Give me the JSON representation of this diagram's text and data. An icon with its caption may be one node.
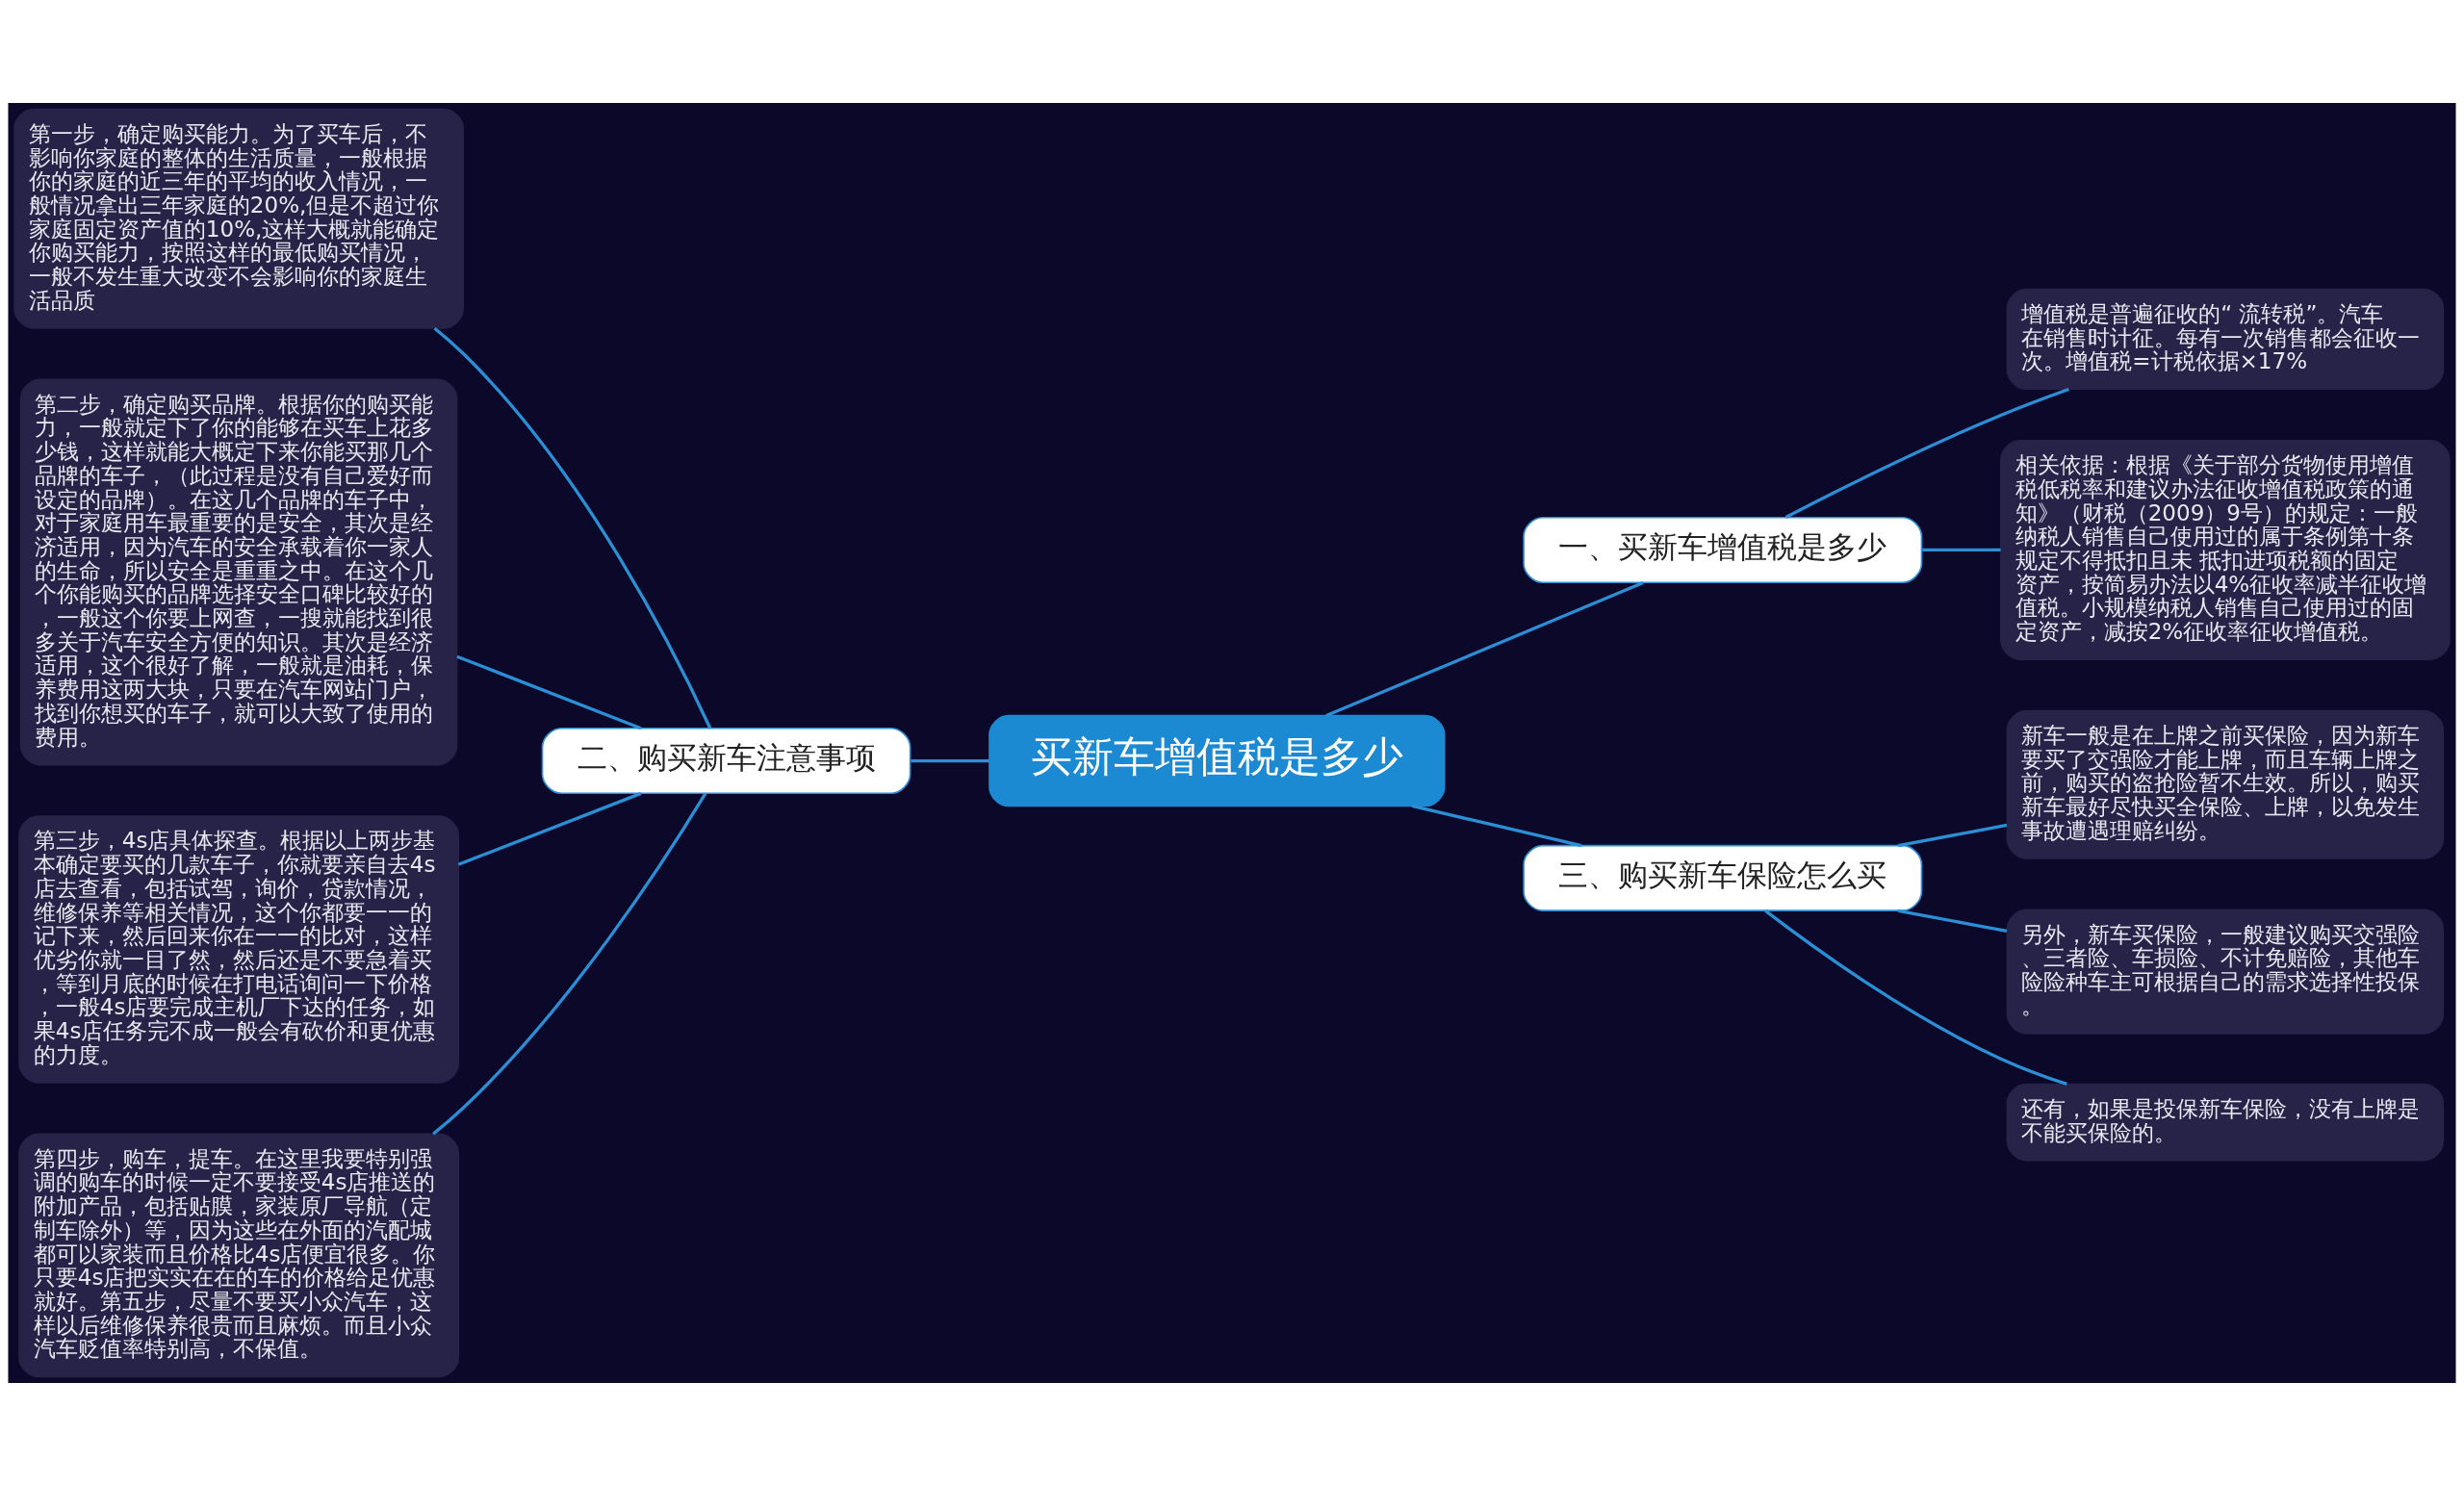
{
  "diagram": {
    "nodes": [
      {
        "text": [
          "买新车增值税是多少"
        ]
      },
      {
        "text": [
          "一、买新车增值税是多少"
        ]
      },
      {
        "text": [
          "增值税是普遍征收的“ 流转税”。汽车在销售时计征。每有一次销售都会征收一次。增值税=计税依据×17%"
        ]
      },
      {
        "text": [
          "相关依据：根据《关于部分货物使用增值税低税率和建议办法征收增值税政策的通知》（财税（2009）9号）的规定：一般纳税人销售自己使用过的属于条例第十条规定不得抵扣且未 抵扣进项税额的固定资产，按简易办法以4%征收率减半征收增值税。小规模纳税人销售自己使用过的固定资产，减按2%征收率征收增值税。"
        ]
      },
      {
        "text": [
          "二、购买新车注意事项"
        ]
      },
      {
        "text": [
          "第一步，确定购买能力。为了买车后，不影响你家庭的整体的生活质量，一般根据你的家庭的近三年的平均的收入情况，一般情况拿出三年家庭的20%,但是不超过你家庭固定资产值的10%,这样大概就能确定你购买能力，按照这样的最低购买情况，一般不发生重大改变不会影响你的家庭生活品质"
        ]
      },
      {
        "text": [
          "第二步，确定购买品牌。根据你的购买能力，一般就定下了你的能够在买车上花多少钱，这样就能大概定下来你能买那几个品牌的车子，（此过程是没有自己爱好而设定的品牌）。在这几个品牌的车子中，对于家庭用车最重要的是安全，其次是经济适用，因为汽车的安全承载着你一家人的生命，所以安全是重重之中。在这个几个你能购买的品牌选择安全口碑比较好的，一般这个你要上网查，一搜就能找到很多关于汽车安全方便的知识。其次是经济适用，这个很好了解，一般就是油耗，保养费用这两大块，只要在汽车网站门户，找到你想买的车子，就可以大致了使用的费用。"
        ]
      },
      {
        "text": [
          "第三步，4s店具体探查。根据以上两步基本确定要买的几款车子，你就要亲自去4s店去查看，包括试驾，询价，贷款情况，维修保养等相关情况，这个你都要一一的记下来，然后回来你在一一的比对，这样优劣你就一目了然，然后还是不要急着买，等到月底的时候在打电话询问一下价格，一般4s店要完成主机厂下达的任务，如果4s店任务完不成一般会有砍价和更优惠的力度。"
        ]
      },
      {
        "text": [
          "第四步，购车，提车。在这里我要特别强调的购车的时候一定不要接受4s店推送的附加产品，包括贴膜，家装原厂导航（定制车除外）等，因为这些在外面的汽配城都可以家装而且价格比4s店便宜很多。你只要4s店把实实在在的车的价格给足优惠就好。第五步，尽量不要买小众汽车，这样以后维修保养很贵而且麻烦。而且小众汽车贬值率特别高，不保值。"
        ]
      },
      {
        "text": [
          "三、购买新车保险怎么买"
        ]
      },
      {
        "text": [
          "新车一般是在上牌之前买保险，因为新车要买了交强险才能上牌，而且车辆上牌之前，购买的盗抢险暂不生效。所以，购买新车最好尽快买全保险、上牌，以免发生事故遭遇理赔纠纷。"
        ]
      },
      {
        "text": [
          "另外，新车买保险，一般建议购买交强险、三者险、车损险、不计免赔险，其他车险险种车主可根据自己的需求选择性投保。"
        ]
      },
      {
        "text": [
          "还有，如果是投保新车保险，没有上牌是不能买保险的。"
        ]
      }
    ],
    "edges": [
      {
        "from": 0,
        "to": 1,
        "arrow": "none"
      },
      {
        "from": 1,
        "to": 2,
        "arrow": "none"
      },
      {
        "from": 1,
        "to": 3,
        "arrow": "none"
      },
      {
        "from": 4,
        "to": 0,
        "arrow": "none"
      },
      {
        "from": 5,
        "to": 4,
        "arrow": "none"
      },
      {
        "from": 6,
        "to": 4,
        "arrow": "none"
      },
      {
        "from": 7,
        "to": 4,
        "arrow": "none"
      },
      {
        "from": 8,
        "to": 4,
        "arrow": "none"
      },
      {
        "from": 0,
        "to": 9,
        "arrow": "none"
      },
      {
        "from": 9,
        "to": 10,
        "arrow": "none"
      },
      {
        "from": 9,
        "to": 11,
        "arrow": "none"
      },
      {
        "from": 9,
        "to": 12,
        "arrow": "none"
      }
    ]
  }
}
